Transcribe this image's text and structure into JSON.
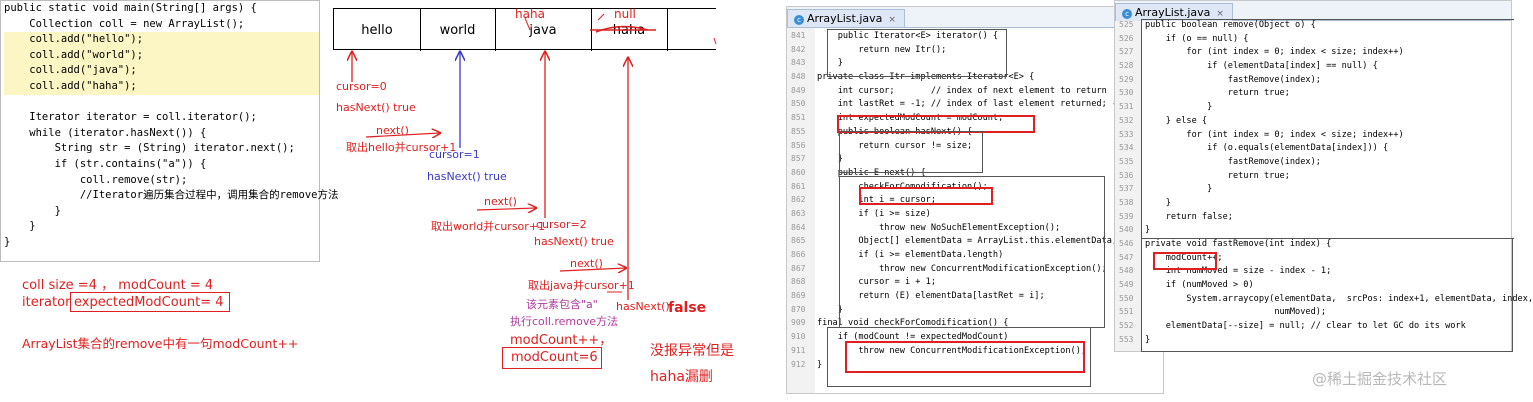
{
  "left_code": {
    "lines": [
      {
        "text": "public static void main(String[] args) {",
        "hl": false
      },
      {
        "text": "    Collection coll = new ArrayList();",
        "hl": false
      },
      {
        "text": "    coll.add(\"hello\");",
        "hl": true
      },
      {
        "text": "    coll.add(\"world\");",
        "hl": true
      },
      {
        "text": "    coll.add(\"java\");",
        "hl": true
      },
      {
        "text": "    coll.add(\"haha\");",
        "hl": true
      },
      {
        "text": "",
        "hl": false
      },
      {
        "text": "    Iterator iterator = coll.iterator();",
        "hl": false
      },
      {
        "text": "    while (iterator.hasNext()) {",
        "hl": false
      },
      {
        "text": "        String str = (String) iterator.next();",
        "hl": false
      },
      {
        "text": "        if (str.contains(\"a\")) {",
        "hl": false
      },
      {
        "text": "            coll.remove(str);",
        "hl": false
      },
      {
        "text": "            //Iterator遍历集合过程中，调用集合的remove方法",
        "hl": false
      },
      {
        "text": "        }",
        "hl": false
      },
      {
        "text": "    }",
        "hl": false
      },
      {
        "text": "}",
        "hl": false
      }
    ]
  },
  "notes": {
    "coll_size": "coll  size =4 ，  modCount = 4",
    "iterator_label": "iterator",
    "expected_mod": "expectedModCount= 4",
    "remove_note": "ArrayList集合的remove中有一句modCount++"
  },
  "array_cells": [
    "hello",
    "world",
    "java",
    "haha"
  ],
  "array_overlays": {
    "haha_above": "haha",
    "null_above": "null"
  },
  "flow": {
    "cursor0": "cursor=0",
    "hasnext1": "hasNext() true",
    "next1": "next()",
    "take_hello": "取出hello并cursor+1",
    "cursor1": "cursor=1",
    "hasnext2": "hasNext() true",
    "next2": "next()",
    "take_world": "取出world并cursor+1",
    "cursor2": "cursor=2",
    "hasnext3": "hasNext() true",
    "next3": "next()",
    "take_java": "取出java并cursor+1",
    "contains_a": "该元素包含\"a\"",
    "exec_remove": "执行coll.remove方法",
    "modcount_pp": "modCount++，",
    "modcount6": "modCount=6",
    "hasnext_false": "hasNext()",
    "false_word": "false",
    "no_exception": "没报异常但是",
    "haha_missed": "haha漏删"
  },
  "panel_a": {
    "tab": "ArrayList.java",
    "lines": [
      {
        "n": "841",
        "t": "    public Iterator<E> iterator() {"
      },
      {
        "n": "842",
        "t": "        return new Itr();"
      },
      {
        "n": "843",
        "t": "    }"
      },
      {
        "n": "848",
        "t": "private class Itr implements Iterator<E> {"
      },
      {
        "n": "849",
        "t": "    int cursor;       // index of next element to return"
      },
      {
        "n": "850",
        "t": "    int lastRet = -1; // index of last element returned; -1 i"
      },
      {
        "n": "851",
        "t": "    int expectedModCount = modCount;"
      },
      {
        "n": "855",
        "t": "    public boolean hasNext() {"
      },
      {
        "n": "856",
        "t": "        return cursor != size;"
      },
      {
        "n": "857",
        "t": "    }"
      },
      {
        "n": "860",
        "t": "    public E next() {"
      },
      {
        "n": "861",
        "t": "        checkForComodification();"
      },
      {
        "n": "862",
        "t": "        int i = cursor;"
      },
      {
        "n": "863",
        "t": "        if (i >= size)"
      },
      {
        "n": "864",
        "t": "            throw new NoSuchElementException();"
      },
      {
        "n": "865",
        "t": "        Object[] elementData = ArrayList.this.elementData;"
      },
      {
        "n": "866",
        "t": "        if (i >= elementData.length)"
      },
      {
        "n": "867",
        "t": "            throw new ConcurrentModificationException();"
      },
      {
        "n": "868",
        "t": "        cursor = i + 1;"
      },
      {
        "n": "869",
        "t": "        return (E) elementData[lastRet = i];"
      },
      {
        "n": "870",
        "t": "    }"
      },
      {
        "n": "909",
        "t": "final void checkForComodification() {"
      },
      {
        "n": "910",
        "t": "    if (modCount != expectedModCount)"
      },
      {
        "n": "911",
        "t": "        throw new ConcurrentModificationException();"
      },
      {
        "n": "912",
        "t": "}"
      }
    ]
  },
  "panel_b": {
    "tab": "ArrayList.java",
    "lines": [
      {
        "n": "525",
        "t": "public boolean remove(Object o) {"
      },
      {
        "n": "526",
        "t": "    if (o == null) {"
      },
      {
        "n": "527",
        "t": "        for (int index = 0; index < size; index++)"
      },
      {
        "n": "528",
        "t": "            if (elementData[index] == null) {"
      },
      {
        "n": "529",
        "t": "                fastRemove(index);"
      },
      {
        "n": "530",
        "t": "                return true;"
      },
      {
        "n": "531",
        "t": "            }"
      },
      {
        "n": "532",
        "t": "    } else {"
      },
      {
        "n": "533",
        "t": "        for (int index = 0; index < size; index++)"
      },
      {
        "n": "534",
        "t": "            if (o.equals(elementData[index])) {"
      },
      {
        "n": "535",
        "t": "                fastRemove(index);"
      },
      {
        "n": "536",
        "t": "                return true;"
      },
      {
        "n": "537",
        "t": "            }"
      },
      {
        "n": "538",
        "t": "    }"
      },
      {
        "n": "539",
        "t": "    return false;"
      },
      {
        "n": "540",
        "t": "}"
      },
      {
        "n": "546",
        "t": "private void fastRemove(int index) {"
      },
      {
        "n": "547",
        "t": "    modCount++;"
      },
      {
        "n": "548",
        "t": "    int numMoved = size - index - 1;"
      },
      {
        "n": "549",
        "t": "    if (numMoved > 0)"
      },
      {
        "n": "550",
        "t": "        System.arraycopy(elementData,  srcPos: index+1, elementData, index,"
      },
      {
        "n": "551",
        "t": "                         numMoved);"
      },
      {
        "n": "552",
        "t": "    elementData[--size] = null; // clear to let GC do its work"
      },
      {
        "n": "553",
        "t": "}"
      }
    ]
  },
  "watermark": "@稀土掘金技术社区",
  "colors": {
    "red": "#e02020",
    "blue": "#3a3ac8",
    "highlight": "#fbf6c3"
  }
}
